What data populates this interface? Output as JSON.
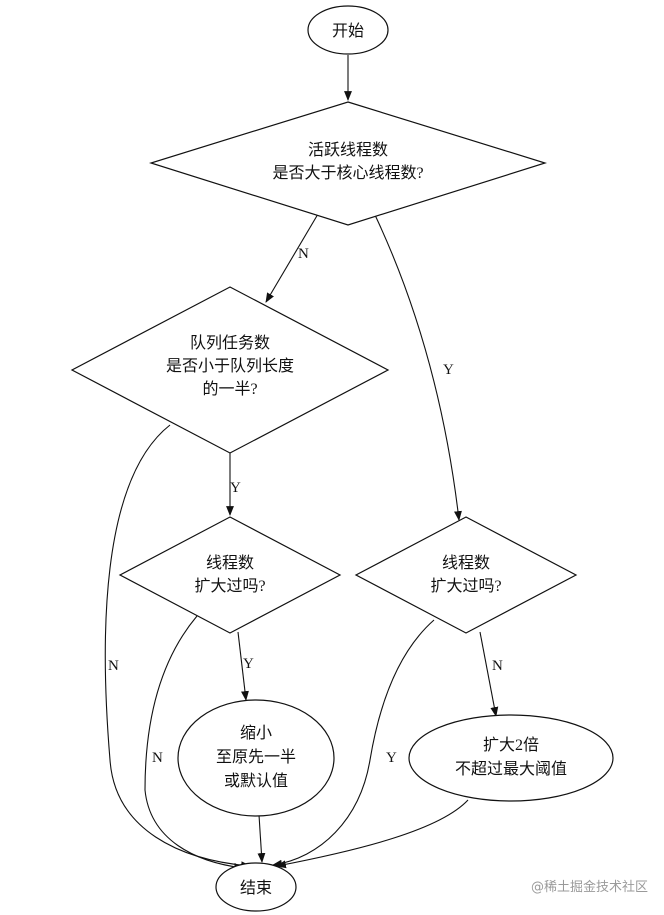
{
  "nodes": {
    "start": {
      "label": "开始"
    },
    "check_core": {
      "lines": [
        "活跃线程数",
        "是否大于核心线程数?"
      ]
    },
    "check_queue": {
      "lines": [
        "队列任务数",
        "是否小于队列长度",
        "的一半?"
      ]
    },
    "check_expanded_left": {
      "lines": [
        "线程数",
        "扩大过吗?"
      ]
    },
    "check_expanded_right": {
      "lines": [
        "线程数",
        "扩大过吗?"
      ]
    },
    "shrink": {
      "lines": [
        "缩小",
        "至原先一半",
        "或默认值"
      ]
    },
    "expand": {
      "lines": [
        "扩大2倍",
        "不超过最大阈值"
      ]
    },
    "end": {
      "label": "结束"
    }
  },
  "edges": {
    "core_no": "N",
    "core_yes": "Y",
    "queue_yes": "Y",
    "queue_no": "N",
    "left_yes": "Y",
    "left_no": "N",
    "right_no": "N",
    "right_yes": "Y"
  },
  "watermark": "@稀土掘金技术社区"
}
